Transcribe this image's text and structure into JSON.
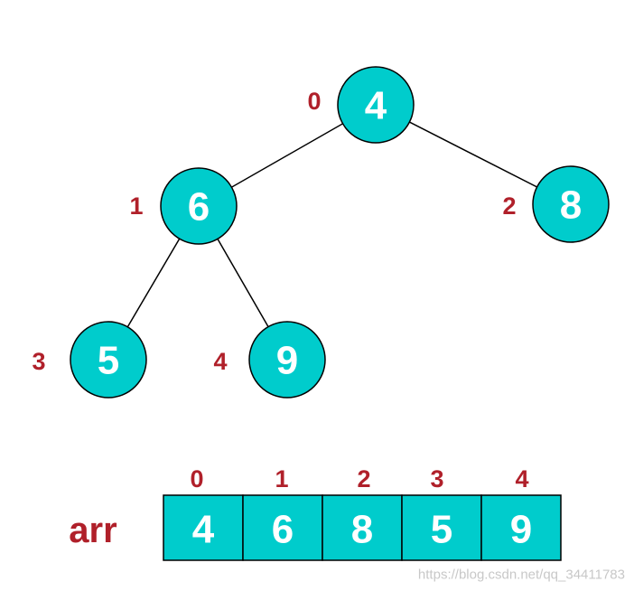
{
  "colors": {
    "node_fill": "#00cccc",
    "node_stroke": "#000000",
    "value_text": "#ffffff",
    "index_text": "#b0202a",
    "edge": "#000000"
  },
  "tree": {
    "nodes": [
      {
        "index": "0",
        "value": "4"
      },
      {
        "index": "1",
        "value": "6"
      },
      {
        "index": "2",
        "value": "8"
      },
      {
        "index": "3",
        "value": "5"
      },
      {
        "index": "4",
        "value": "9"
      }
    ],
    "edges": [
      {
        "from": "0",
        "to": "1"
      },
      {
        "from": "0",
        "to": "2"
      },
      {
        "from": "1",
        "to": "3"
      },
      {
        "from": "1",
        "to": "4"
      }
    ]
  },
  "array": {
    "label": "arr",
    "cells": [
      {
        "index": "0",
        "value": "4"
      },
      {
        "index": "1",
        "value": "6"
      },
      {
        "index": "2",
        "value": "8"
      },
      {
        "index": "3",
        "value": "5"
      },
      {
        "index": "4",
        "value": "9"
      }
    ]
  },
  "watermark": "https://blog.csdn.net/qq_34411783"
}
